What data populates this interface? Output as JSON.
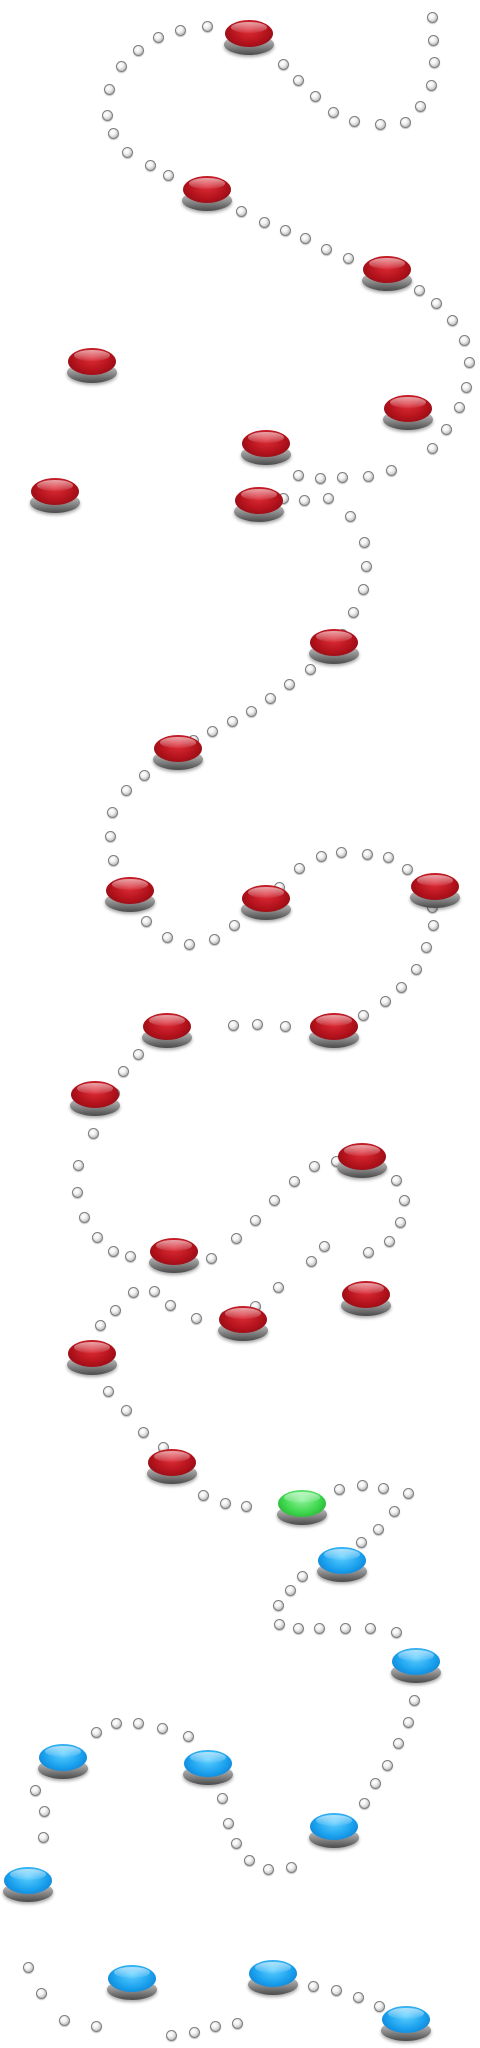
{
  "map": {
    "levels": [
      {
        "status": "completed"
      },
      {
        "status": "completed"
      },
      {
        "status": "completed"
      },
      {
        "status": "completed"
      },
      {
        "status": "completed"
      },
      {
        "status": "completed"
      },
      {
        "status": "completed"
      },
      {
        "status": "completed"
      },
      {
        "status": "completed"
      },
      {
        "status": "completed"
      },
      {
        "status": "completed"
      },
      {
        "status": "completed"
      },
      {
        "status": "completed"
      },
      {
        "status": "completed"
      },
      {
        "status": "completed"
      },
      {
        "status": "completed"
      },
      {
        "status": "completed"
      },
      {
        "status": "completed"
      },
      {
        "status": "completed"
      },
      {
        "status": "completed"
      },
      {
        "status": "completed"
      },
      {
        "status": "completed"
      },
      {
        "status": "current"
      },
      {
        "status": "locked"
      },
      {
        "status": "locked"
      },
      {
        "status": "locked"
      },
      {
        "status": "locked"
      },
      {
        "status": "locked"
      },
      {
        "status": "locked"
      },
      {
        "status": "locked"
      },
      {
        "status": "locked"
      },
      {
        "status": "locked"
      }
    ],
    "status_colors": {
      "completed": "#c0141e",
      "current": "#3cd64c",
      "locked": "#1aa1ee"
    },
    "icons": {
      "path_dot": "path-dot-icon",
      "level_button": "level-button-icon"
    }
  }
}
